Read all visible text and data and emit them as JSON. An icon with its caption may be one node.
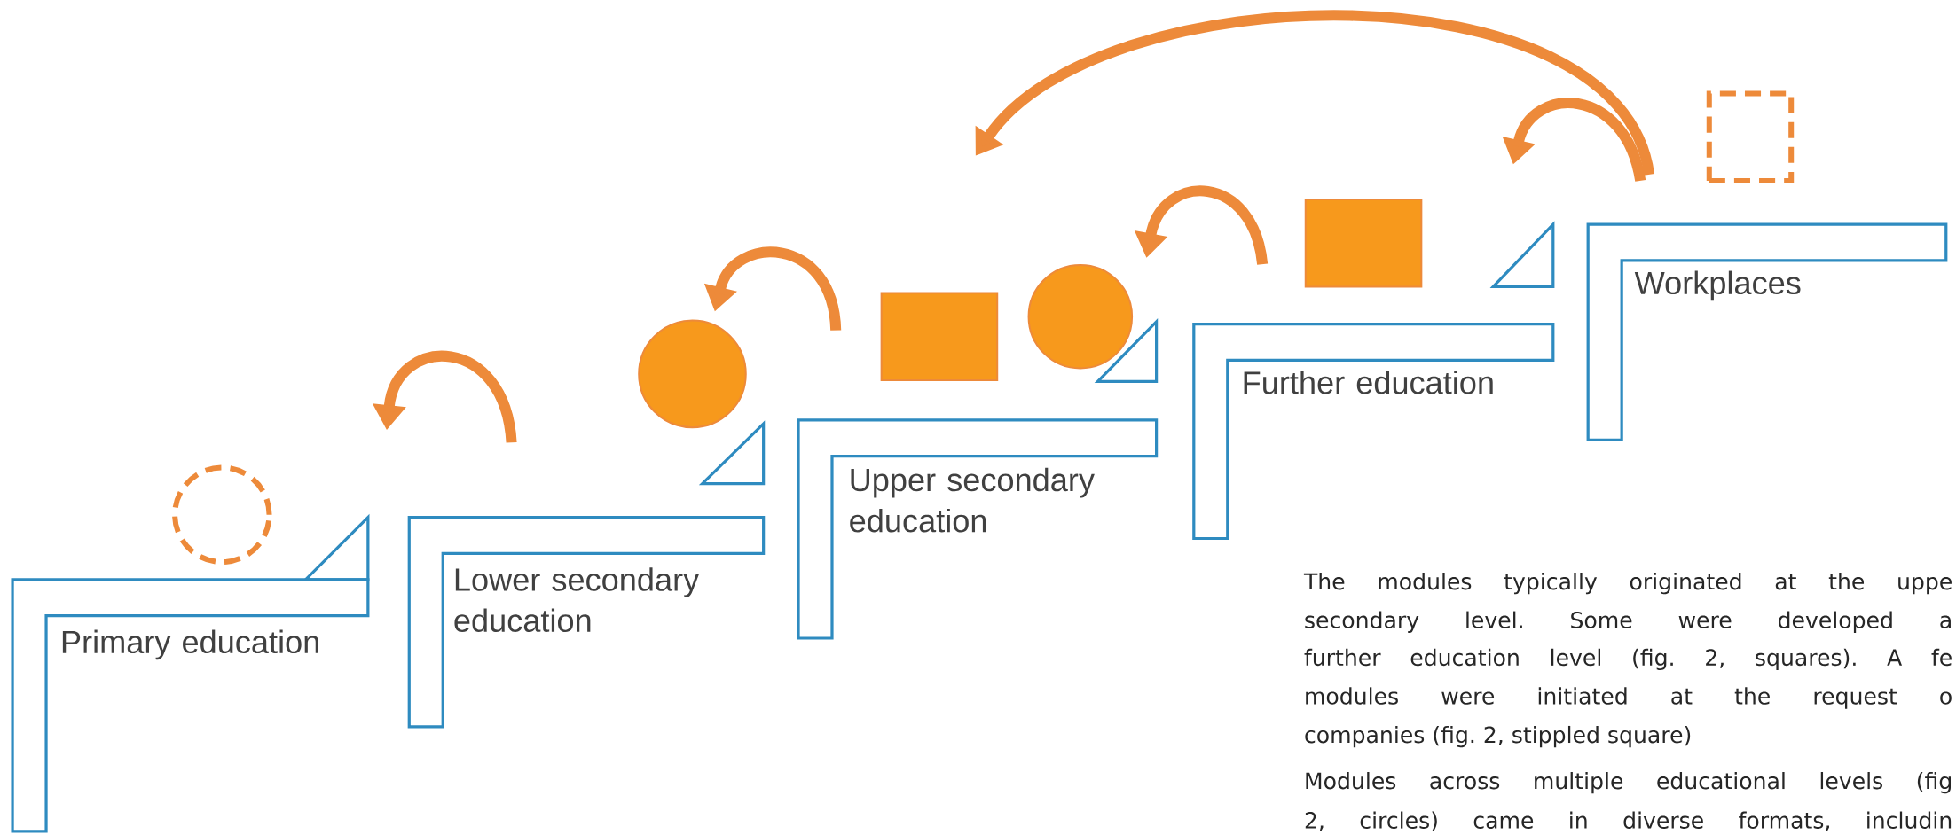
{
  "diagram": {
    "nodes": [
      {
        "text": [
          "Primary education"
        ]
      },
      {
        "text": [
          "Lower secondary education"
        ]
      },
      {
        "text": [
          "Upper secondary education"
        ]
      },
      {
        "text": [
          "Further education"
        ]
      },
      {
        "text": [
          "Workplaces"
        ]
      },
      {
        "text": [],
        "shape": "circle"
      },
      {
        "text": [],
        "shape": "circle"
      },
      {
        "text": [],
        "shape": "box"
      },
      {
        "text": [],
        "shape": "circle"
      },
      {
        "text": [],
        "shape": "box"
      },
      {
        "text": [],
        "shape": "box"
      }
    ],
    "labels": [
      "The modules typically originated at the uppe",
      "secondary level. Some were developed a",
      "further education level (fig. 2, squares). A fe",
      "modules were initiated at the request o",
      "companies (fig. 2, stippled square)",
      "Modules across multiple educational levels (fig",
      "2, circles) came in diverse formats, includin"
    ]
  }
}
